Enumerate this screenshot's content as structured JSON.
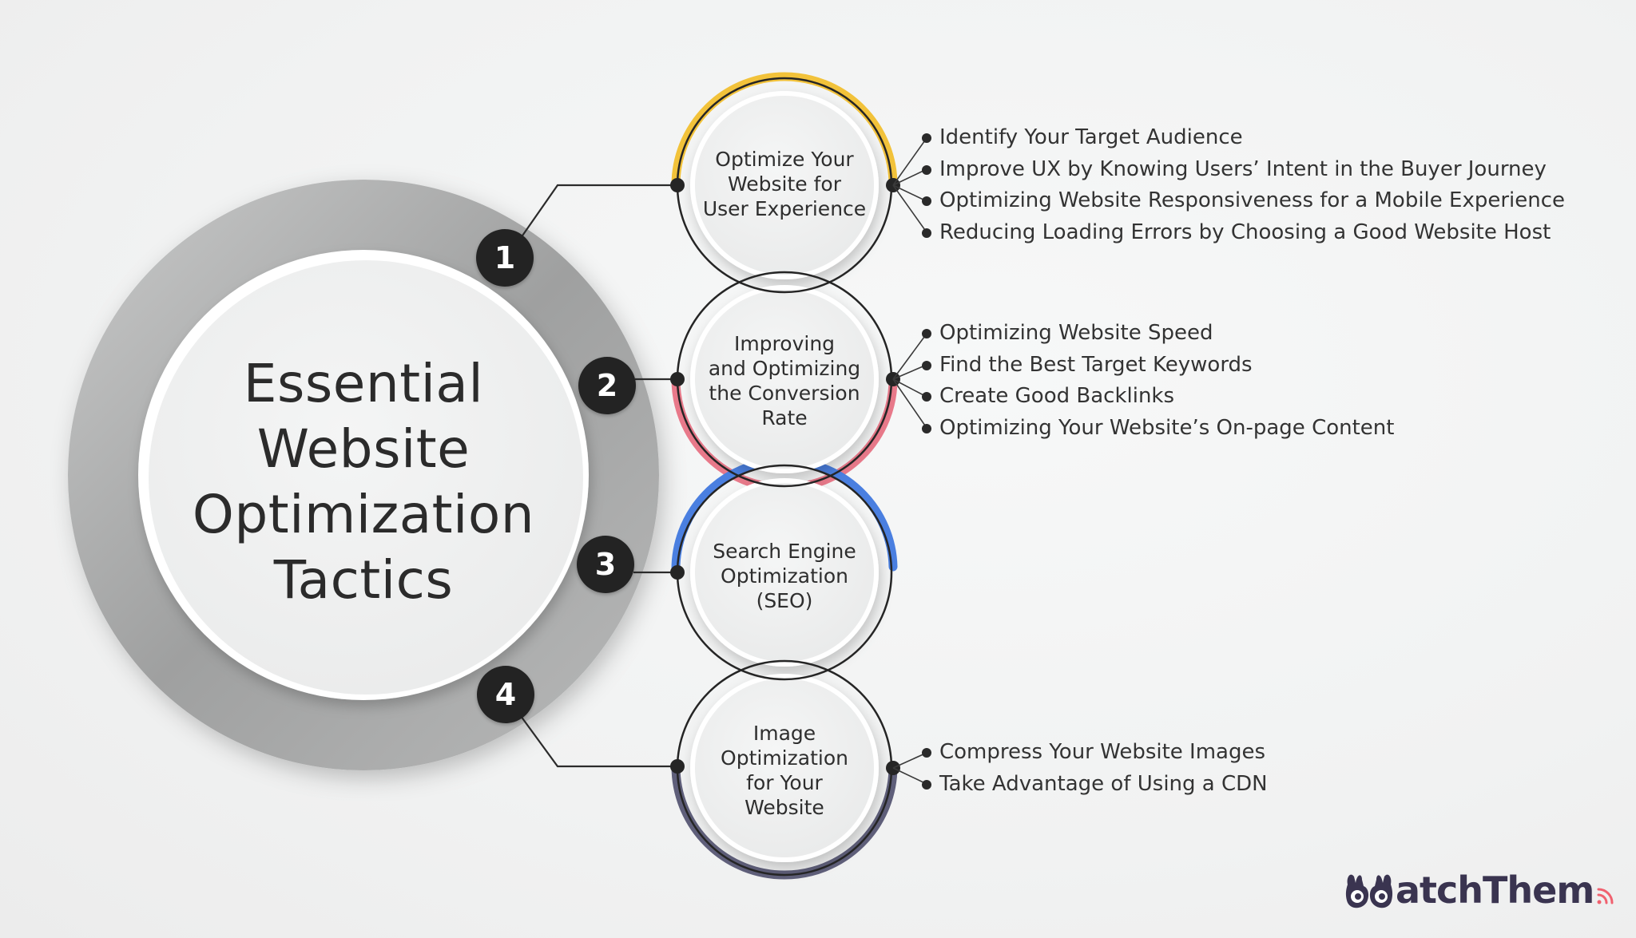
{
  "hub": {
    "title_lines": [
      "Essential",
      "Website",
      "Optimization",
      "Tactics"
    ]
  },
  "nodes": [
    {
      "number": "1",
      "label_lines": [
        "Optimize Your",
        "Website for",
        "User Experience"
      ],
      "accent_color": "#f2c23a",
      "bullets": [
        "Identify Your Target Audience",
        "Improve UX by Knowing Users’ Intent in the Buyer Journey",
        "Optimizing Website Responsiveness for a Mobile Experience",
        "Reducing Loading Errors by Choosing a Good Website Host"
      ]
    },
    {
      "number": "2",
      "label_lines": [
        "Improving",
        "and Optimizing",
        "the Conversion",
        "Rate"
      ],
      "accent_color": "#e8798a",
      "bullets": [
        "Optimizing Website Speed",
        "Find the Best Target Keywords",
        "Create Good Backlinks",
        "Optimizing Your Website’s On-page Content"
      ]
    },
    {
      "number": "3",
      "label_lines": [
        "Search Engine",
        "Optimization",
        "(SEO)"
      ],
      "accent_color": "#4a7fe0",
      "bullets": []
    },
    {
      "number": "4",
      "label_lines": [
        "Image",
        "Optimization",
        "for Your",
        "Website"
      ],
      "accent_color": "#5f5f7a",
      "bullets": [
        "Compress Your Website Images",
        "Take Advantage of Using a CDN"
      ]
    }
  ],
  "logo": {
    "text": "atchThem",
    "icon": "watching-eyes-hands-icon",
    "signal_icon": "wifi-signal-icon",
    "text_color": "#3a3450",
    "signal_color": "#f0616f"
  }
}
